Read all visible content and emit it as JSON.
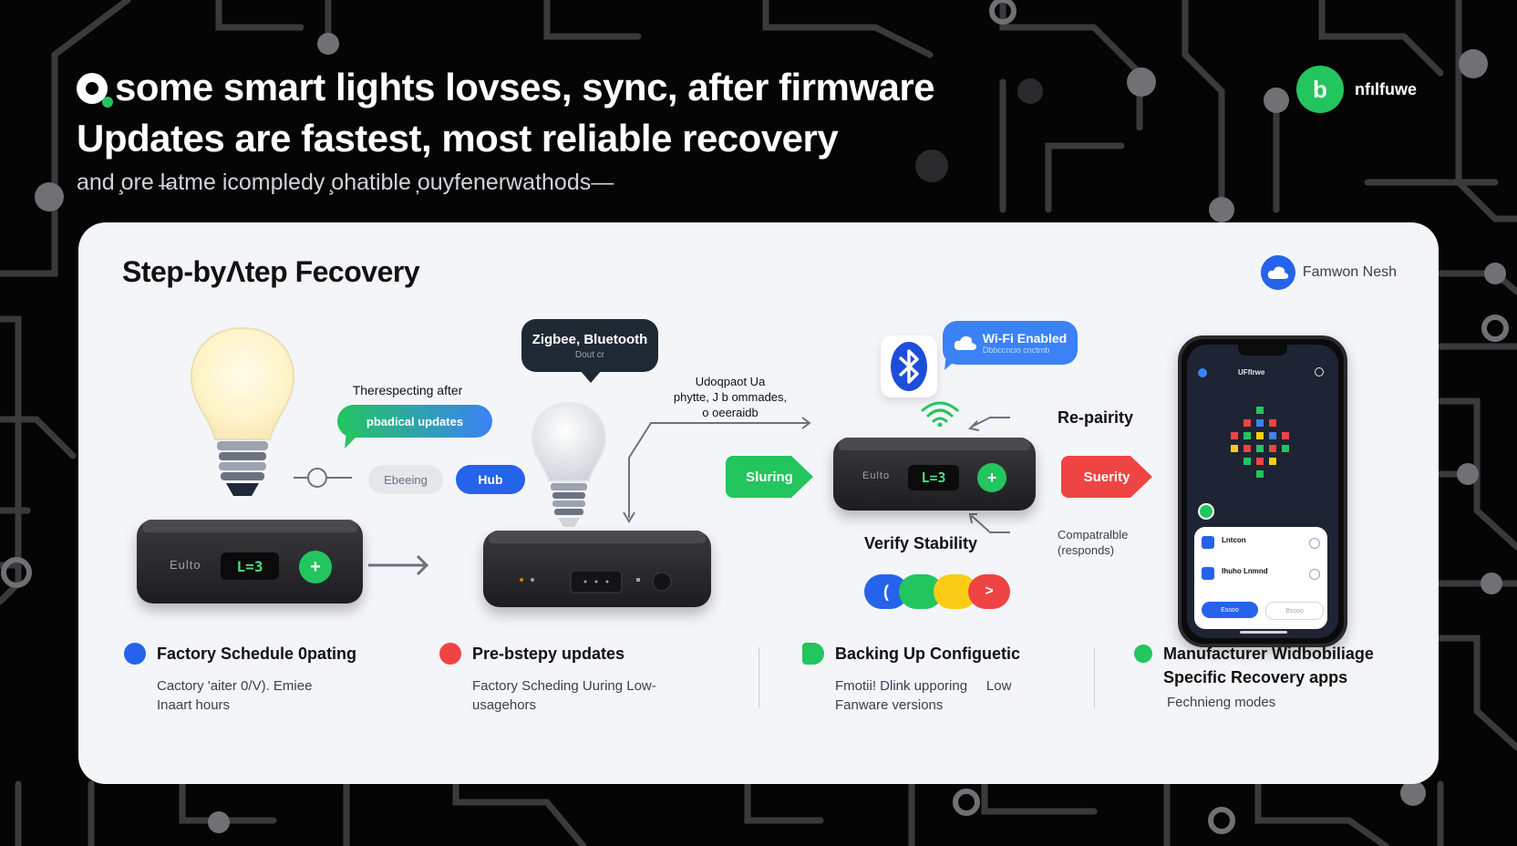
{
  "header": {
    "title_line1": "some smart lights lovses, sync, after firmware",
    "title_line2": "Updates are fastest, most reliable recovery",
    "subtitle": "and ̧ore l̶atme icompledy ̧ohatible ̦ouyfenerwathods—",
    "brand_badge": "b",
    "brand_name": "nfılfuwe"
  },
  "card": {
    "title": "Step-byΛtep Fecovery",
    "cloud_label": "Famwon Nesh"
  },
  "diagram": {
    "note_after": "Therespecting after",
    "pill_updates": "pbadical updates",
    "pill_ebeeing": "Ebeeing",
    "pill_hub": "Hub",
    "bubble_zigbee": "Zigbee, Bluetooth",
    "bubble_zigbee_sub": "Dout cr",
    "note_mid_1": "Udoqpaot Ua",
    "note_mid_2": "phytte, J b ommades,",
    "note_mid_3": "o oeeraidb",
    "bubble_wifi": "Wi-Fi Enabled",
    "bubble_wifi_sub": "Dbbccncio cnctmb",
    "tag_sluring": "Sluring",
    "tag_suerity": "Suerity",
    "re_pairing": "Re-pairity",
    "compat_1": "Compatralble",
    "compat_2": "(responds)",
    "verify": "Verify Stability",
    "hub1_label": "Eulto",
    "hub1_display": "L=3",
    "hub1_plus": "+",
    "hub3_label": "Eulto",
    "hub3_display": "L=3",
    "hub3_plus": "+",
    "progress_1": "(",
    "progress_4": ">"
  },
  "phone": {
    "app_title": "UFflrwe",
    "list_item_1": "Lntcon",
    "list_item_2": "Ihuho Lnmnd",
    "btn_primary": "Essoo",
    "btn_secondary": "Bssoo"
  },
  "columns": [
    {
      "title": "Factory Schedule 0pating",
      "body_line1": "Cactory 'aiter 0/V). Emiee",
      "body_line2": "Inaart hours"
    },
    {
      "title": "Pre-bstepy updates",
      "body_line1": "Factory Scheding Uuring Low-",
      "body_line2": "usagehors"
    },
    {
      "title": "Backing Up Configuetic",
      "body_line1": "Fmotii! Dlink upporing     Low",
      "body_line2": "Fanware versions"
    },
    {
      "title": "Manufacturer Widbobiliage",
      "title_line2": "Specific Recovery apps",
      "body_line1": "Fechnieng modes"
    }
  ],
  "colors": {
    "accent_green": "#22c55e",
    "accent_blue": "#2563eb",
    "accent_red": "#ef4444",
    "accent_yellow": "#facc15",
    "card_bg": "#f4f5f8",
    "page_bg": "#050505"
  },
  "icons": [
    "bulb-on-icon",
    "bulb-off-icon",
    "bluetooth-icon",
    "wifi-icon",
    "cloud-icon",
    "plus-icon",
    "chevron-right-icon"
  ]
}
